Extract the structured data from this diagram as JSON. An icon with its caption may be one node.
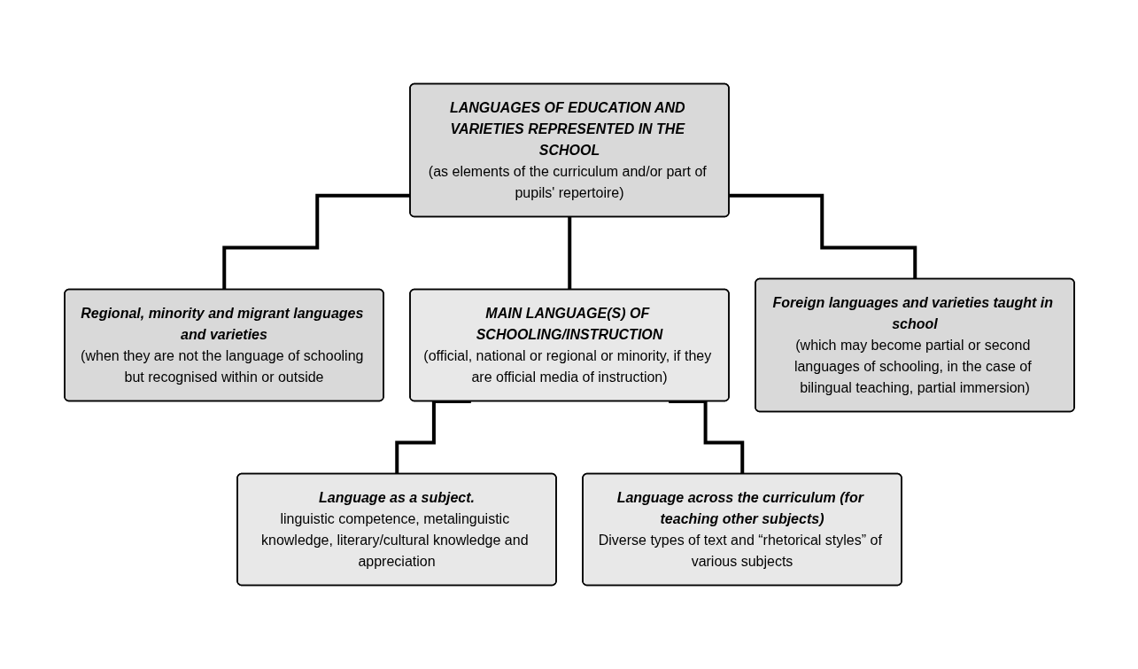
{
  "diagram": {
    "nodes": [
      {
        "text": [
          "LANGUAGES OF EDUCATION AND VARIETIES REPRESENTED IN THE SCHOOL",
          "(as elements of the curriculum and/or part of pupils' repertoire)"
        ]
      },
      {
        "text": [
          "Regional, minority and migrant languages and varieties",
          "(when they are not the language of schooling but recognised within or outside"
        ]
      },
      {
        "text": [
          "MAIN LANGUAGE(S) OF SCHOOLING/INSTRUCTION",
          "(official, national or regional or minority, if they are official media of instruction)"
        ]
      },
      {
        "text": [
          "Foreign languages and varieties taught in school",
          "(which may become partial or second languages of schooling, in the case of bilingual teaching, partial immersion)"
        ]
      },
      {
        "text": [
          "Language as a subject.",
          "linguistic competence, metalinguistic knowledge, literary/cultural knowledge and appreciation"
        ]
      },
      {
        "text": [
          "Language across the curriculum (for teaching other subjects)",
          "Diverse types of text and “rhetorical styles” of various subjects"
        ]
      }
    ],
    "edges": [
      {
        "from": 0,
        "to": 1,
        "arrow": "none"
      },
      {
        "from": 0,
        "to": 2,
        "arrow": "none"
      },
      {
        "from": 0,
        "to": 3,
        "arrow": "none"
      },
      {
        "from": 2,
        "to": 4,
        "arrow": "none"
      },
      {
        "from": 2,
        "to": 5,
        "arrow": "none"
      }
    ]
  }
}
